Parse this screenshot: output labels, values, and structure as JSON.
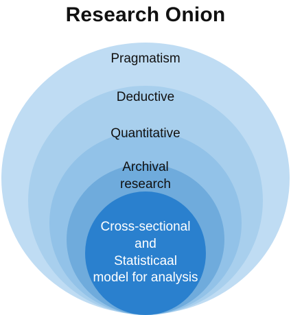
{
  "title": "Research Onion",
  "colors": {
    "outer": "#bfdcf3",
    "ring2": "#a8cfed",
    "ring3": "#92c2e8",
    "ring4": "#6fabdc",
    "core": "#2a80ce",
    "text_dark": "#111111",
    "text_light": "#ffffff"
  },
  "layers": {
    "philosophy": "Pragmatism",
    "approach": "Deductive",
    "method": "Quantitative",
    "strategy_line1": "Archival",
    "strategy_line2": "research",
    "core_line1": "Cross-sectional",
    "core_line2": "and",
    "core_line3": "Statisticaal",
    "core_line4": "model for analysis"
  }
}
